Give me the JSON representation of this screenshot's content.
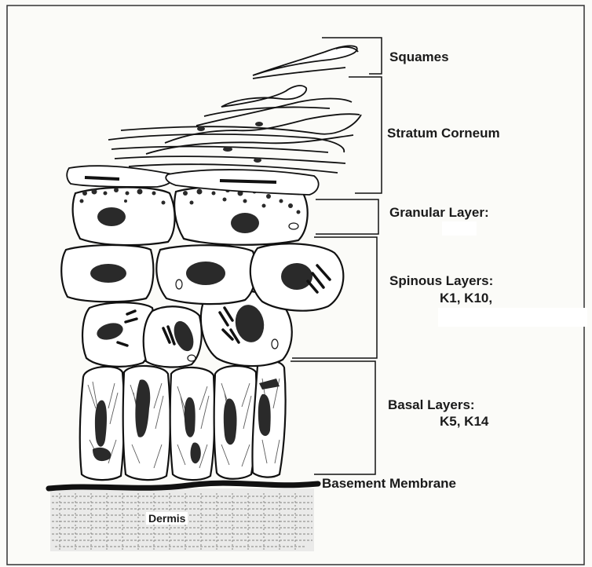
{
  "labels": {
    "squames": "Squames",
    "stratum_corneum": "Stratum Corneum",
    "granular": "Granular Layer:",
    "spinous": "Spinous Layers:",
    "spinous_keratins": "K1, K10,",
    "basal": "Basal Layers:",
    "basal_keratins": "K5, K14",
    "basement": "Basement Membrane",
    "dermis": "Dermis"
  },
  "colors": {
    "ink": "#1a1a1a",
    "paper": "#fbfbf8",
    "nucleus": "#2a2a2a"
  }
}
